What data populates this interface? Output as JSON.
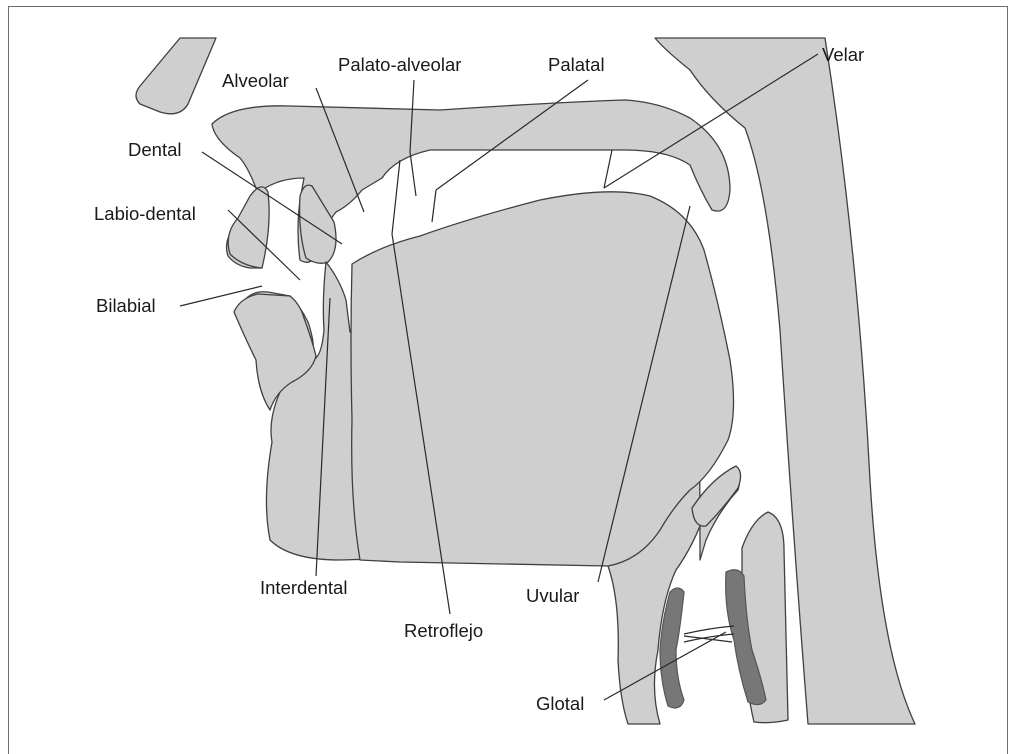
{
  "figure": {
    "labels": {
      "velar": "Velar",
      "palatal": "Palatal",
      "palato_alveolar": "Palato-alveolar",
      "alveolar": "Alveolar",
      "dental": "Dental",
      "labio_dental": "Labio-dental",
      "bilabial": "Bilabial",
      "interdental": "Interdental",
      "retroflejo": "Retroflejo",
      "uvular": "Uvular",
      "glotal": "Glotal"
    },
    "colors": {
      "tissue": "#cfcfcf",
      "outline": "#404040",
      "vocal_cords": "#777777",
      "pointer_lines": "#2a2a2a"
    }
  }
}
